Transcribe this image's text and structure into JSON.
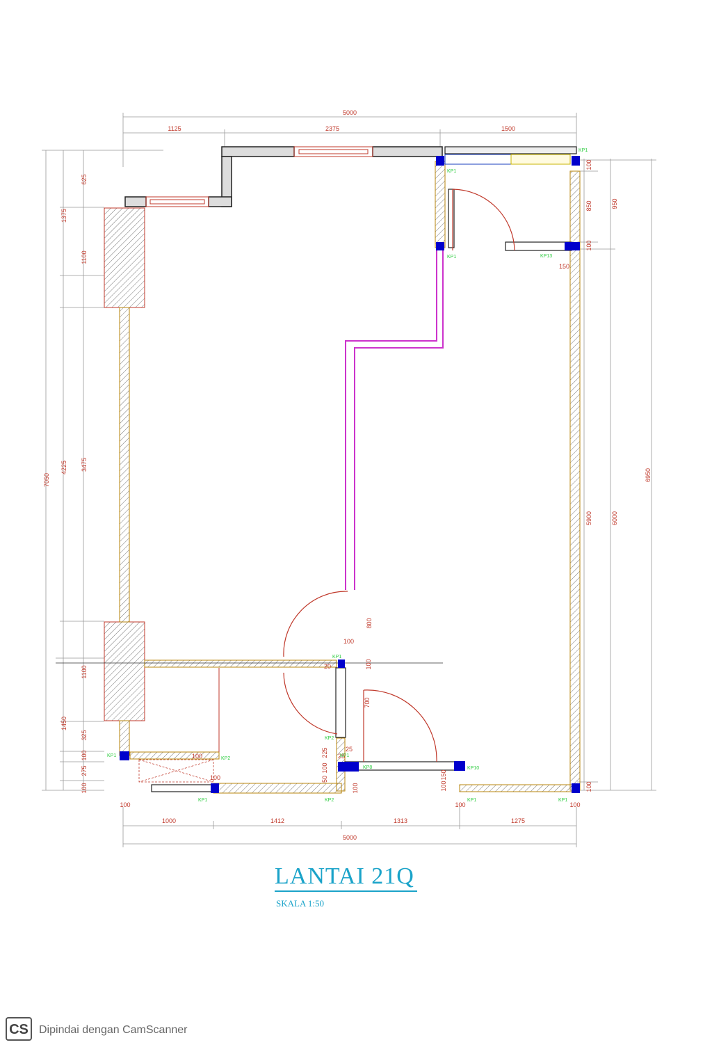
{
  "dims": {
    "top_total": "5000",
    "top_segments": [
      "1125",
      "2375",
      "1500"
    ],
    "bottom_total": "5000",
    "bottom_segments": [
      "1000",
      "1412",
      "1313",
      "1275"
    ],
    "bottom_small": [
      "100",
      "100",
      "100"
    ],
    "left_outer": "7050",
    "left_mid": [
      "1375",
      "4225",
      "1450"
    ],
    "left_inner": [
      "625",
      "1100",
      "3475",
      "1100",
      "325",
      "100",
      "275",
      "100"
    ],
    "right_inner": [
      "100",
      "850",
      "100",
      "5900",
      "100"
    ],
    "right_mid": [
      "950",
      "6000"
    ],
    "right_outer": "6950",
    "interior": [
      "150",
      "800",
      "100",
      "100",
      "700",
      "25",
      "225",
      "100",
      "50",
      "100",
      "100",
      "150",
      "100",
      "25",
      "100",
      "20"
    ]
  },
  "markers": [
    "KP1",
    "KP1",
    "KP1",
    "KP13",
    "KP1",
    "KP2",
    "KP2",
    "KP1",
    "KP2",
    "KP8",
    "KP10",
    "KP1",
    "KP1",
    "KP1",
    "KP1"
  ],
  "title": "LANTAI 21Q",
  "scale": "SKALA 1:50",
  "watermark": "Dipindai dengan CamScanner",
  "watermark_logo": "CS",
  "colors": {
    "dimension": "#c0392b",
    "wall": "#333333",
    "hatch_wall": "#b8860b",
    "partition": "#cc33cc",
    "column": "#0000cc",
    "title": "#1aa3c9"
  }
}
